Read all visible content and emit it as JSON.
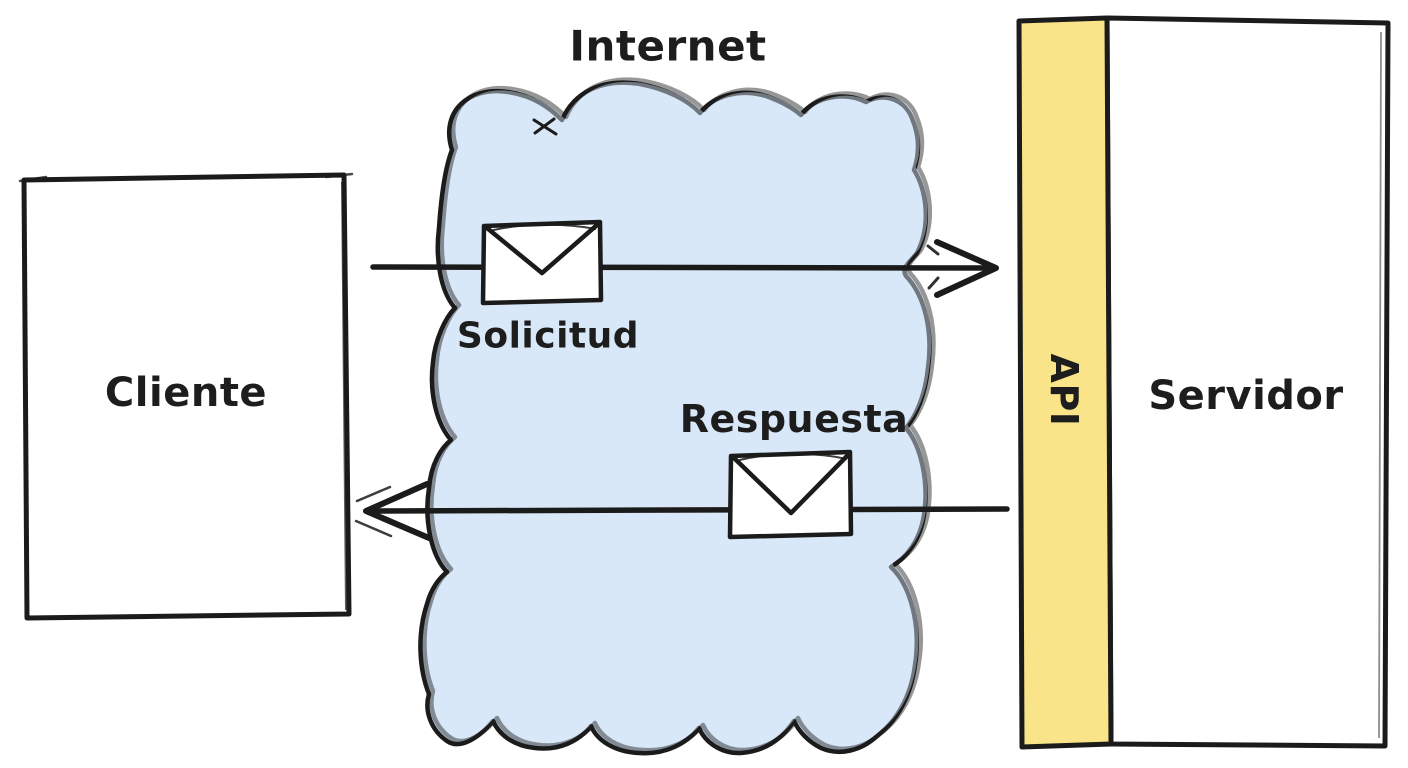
{
  "diagram": {
    "internet": {
      "label": "Internet"
    },
    "client": {
      "label": "Cliente"
    },
    "server": {
      "label": "Servidor"
    },
    "api": {
      "label": "API"
    },
    "request": {
      "label": "Solicitud",
      "direction": "left-to-right"
    },
    "response": {
      "label": "Respuesta",
      "direction": "right-to-left"
    },
    "colors": {
      "cloud_fill": "#d9e8f8",
      "api_fill": "#f9e48a",
      "ink": "#1b1b1b",
      "background": "#ffffff"
    }
  }
}
